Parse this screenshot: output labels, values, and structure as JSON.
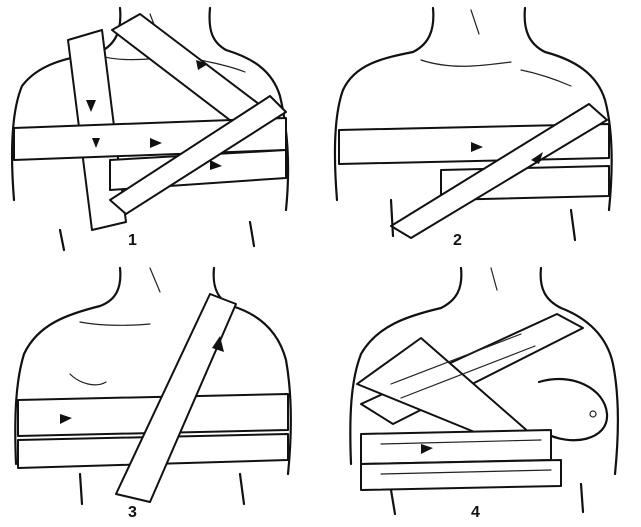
{
  "figures": [
    {
      "id": "p1",
      "number": "1"
    },
    {
      "id": "p2",
      "number": "2"
    },
    {
      "id": "p3",
      "number": "3"
    },
    {
      "id": "p4",
      "number": "4"
    }
  ],
  "colors": {
    "ink": "#111111",
    "paper": "#ffffff"
  }
}
